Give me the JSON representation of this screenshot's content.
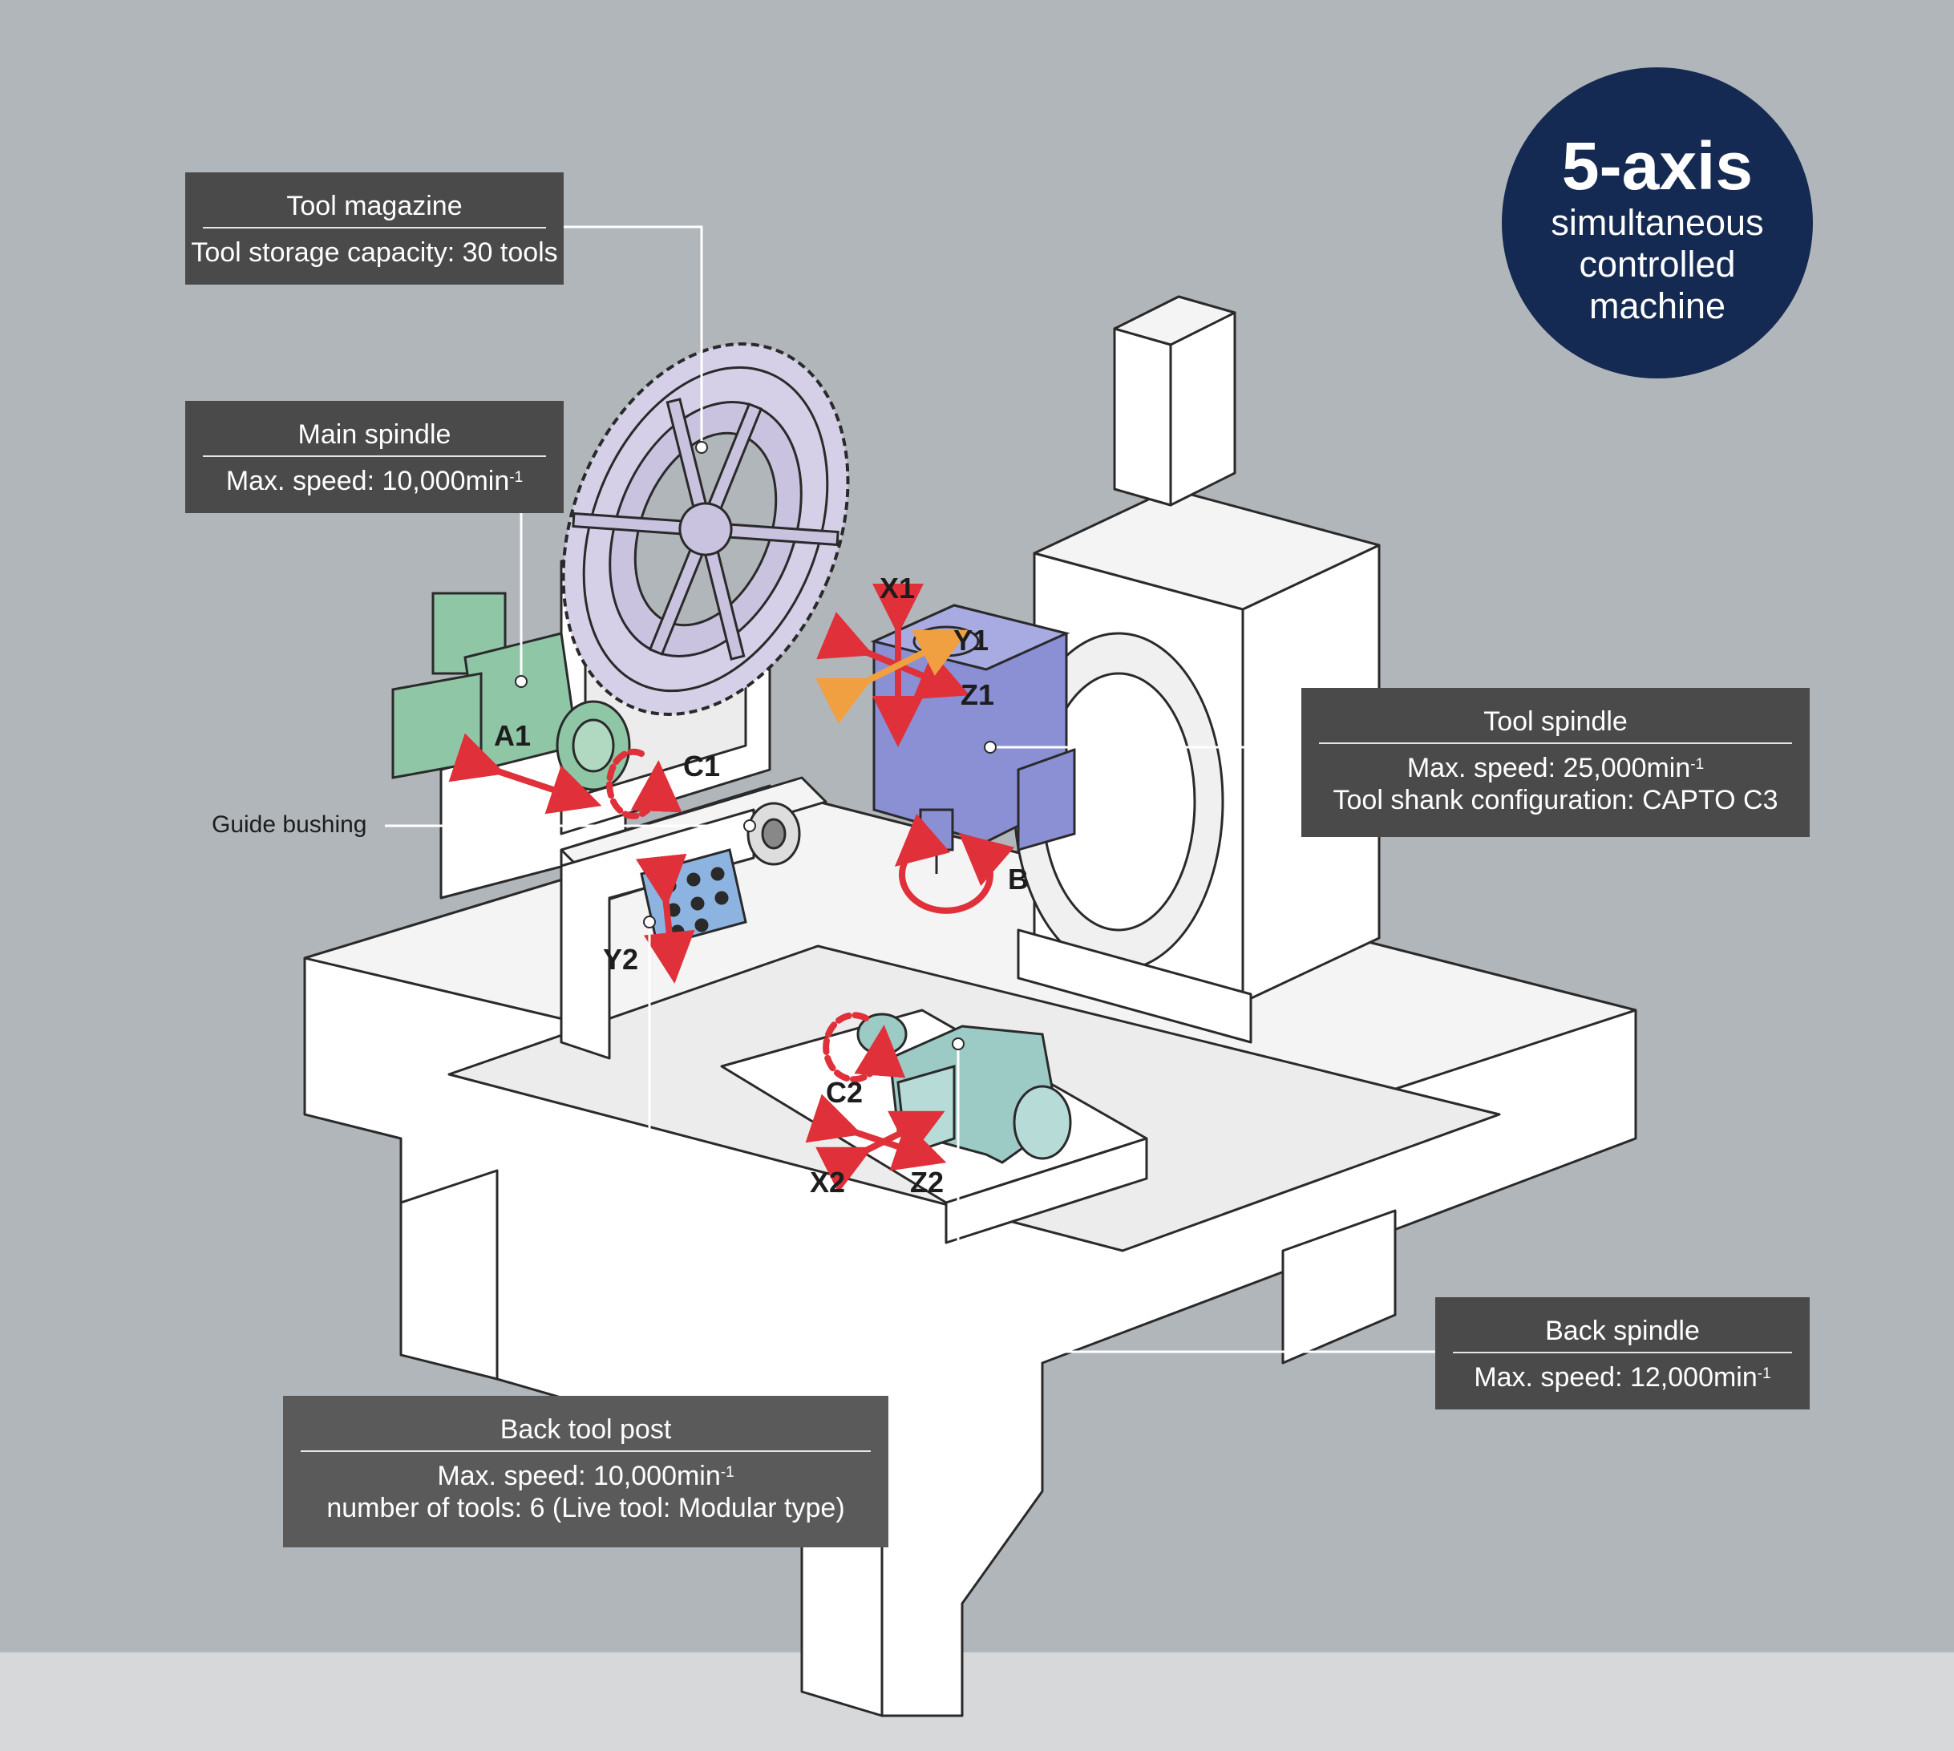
{
  "badge": {
    "title": "5-axis",
    "lines": [
      "simultaneous",
      "controlled",
      "machine"
    ]
  },
  "callouts": {
    "tool_magazine": {
      "title": "Tool magazine",
      "lines": [
        "Tool storage capacity: 30 tools"
      ]
    },
    "main_spindle": {
      "title": "Main spindle",
      "speed_prefix": "Max. speed: 10,000min",
      "speed_sup": "-1"
    },
    "tool_spindle": {
      "title": "Tool spindle",
      "speed_prefix": "Max. speed: 25,000min",
      "speed_sup": "-1",
      "line2": "Tool shank configuration: CAPTO C3"
    },
    "back_spindle": {
      "title": "Back spindle",
      "speed_prefix": "Max. speed: 12,000min",
      "speed_sup": "-1"
    },
    "back_tool_post": {
      "title": "Back tool post",
      "speed_prefix": "Max. speed: 10,000min",
      "speed_sup": "-1",
      "line2": "number of tools: 6 (Live tool: Modular type)"
    }
  },
  "guide_bushing": "Guide bushing",
  "axes": {
    "x1": "X1",
    "y1": "Y1",
    "z1": "Z1",
    "b": "B",
    "a1": "A1",
    "c1": "C1",
    "y2": "Y2",
    "c2": "C2",
    "x2": "X2",
    "z2": "Z2"
  },
  "colors": {
    "background": "#b1b6ba",
    "floor": "#d6d8da",
    "badge": "#152a52",
    "callout": "#4a4a4b",
    "arrow_red": "#e0303a",
    "arrow_orange": "#f0a040",
    "main_spindle_green": "#8fc6a6",
    "tool_spindle_blue": "#8b8fd4",
    "back_spindle_teal": "#9ccbc6",
    "tool_post_blue": "#8db4e0",
    "magazine_lilac": "#c9c3e0"
  }
}
